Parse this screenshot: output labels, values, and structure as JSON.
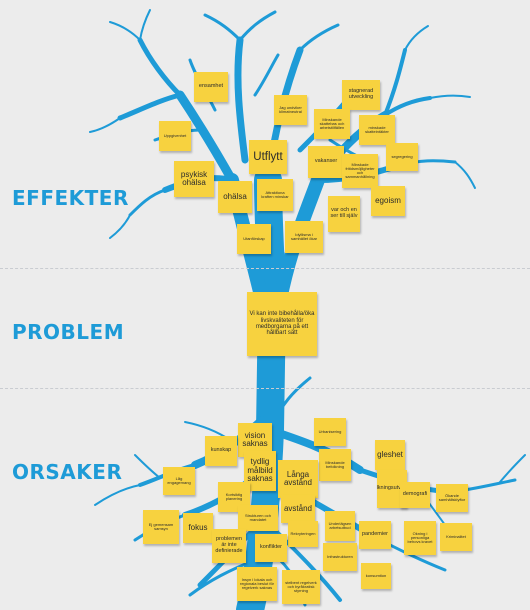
{
  "colors": {
    "tree": "#1e9bd7",
    "note": "#f7d23f",
    "label": "#1e9bd7",
    "background": "#ececec",
    "divider": "#c9ccd1"
  },
  "sections": {
    "effekter": "EFFEKTER",
    "problem": "PROBLEM",
    "orsaker": "ORSAKER"
  },
  "center_note": "Vi kan inte bibehålla/öka livskvaliteten för medborgarna på ett hållbart sätt",
  "effect_notes": {
    "n1": "ensamhet",
    "n2": "Jag undviker klimatneutral",
    "n3": "stagnerad utveckling",
    "n4": "Uppgivenhet",
    "n5": "Minskande skattebas och arbetstillfällen",
    "n6": "minskade skatteintäkter",
    "n7": "Utflytt",
    "n8": "psykisk ohälsa",
    "n9": "vakanser",
    "n10": "segregering",
    "n11": "Minskade fritidsmöjligheter och sammanhållning",
    "n12": "Attraktiona kraften minskar",
    "n13": "ohälsa",
    "n14": "var och en ser till själv",
    "n15": "egoism",
    "n16": "Utanförskap",
    "n17": "Idyllisma i samhället ökar"
  },
  "cause_notes": {
    "c1": "vision saknas",
    "c2": "Urbanisering",
    "c3": "kunskap",
    "c4": "tydlig målbild saknas",
    "c5": "Minskande befolkning",
    "c6": "gleshet",
    "c7": "Långa avstånd",
    "c8": "Kortsiktig planering",
    "c9": "befolkningsutveckling",
    "c10": "Låg engagemang",
    "c11": "demografi",
    "c12": "Ökande samhällsklyftor",
    "c13": "Strukturen och mandatet",
    "c14": "avstånd",
    "c15": "Ej gemensam samsyn",
    "c16": "fokus",
    "c17": "Underlägsen arbetsutbud",
    "c18": "Rekryteringen",
    "c19": "pandemier",
    "c20": "Okning i personliga behovs kravet",
    "c21": "Kriminalitet",
    "c22": "problemen är inte definierade",
    "c23": "konflikter",
    "c24": "Infrastrukturen",
    "c25": "konsumtion",
    "c26": "Insyn i lokala och regionala beslut för regelverk saknas",
    "c27": "stelbent regelverk och byråkratisk styrning"
  }
}
